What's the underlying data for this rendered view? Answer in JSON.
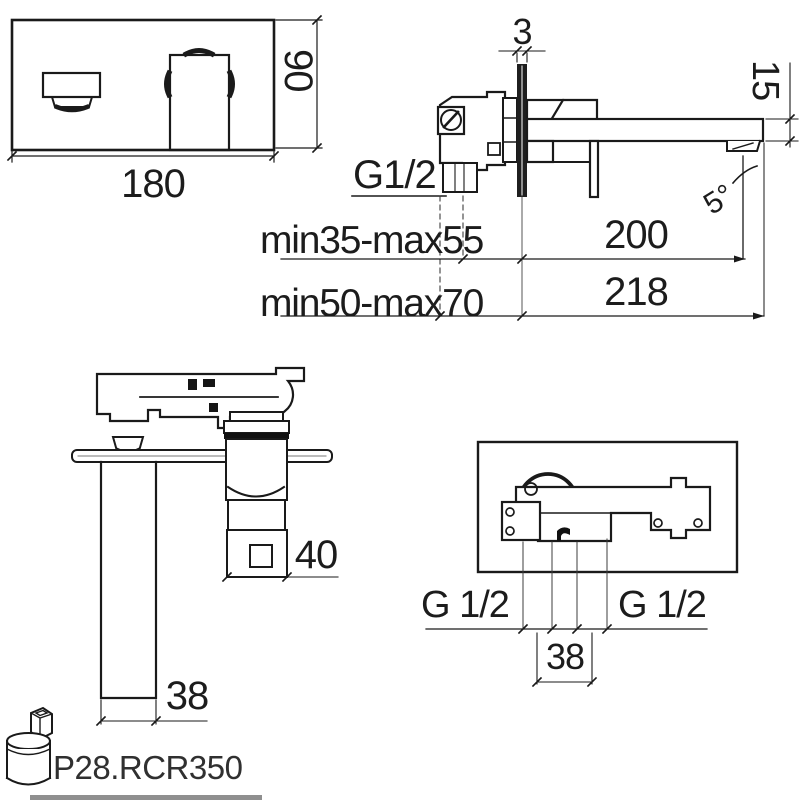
{
  "drawing": {
    "product_code": "P28.RCR350",
    "colors": {
      "line": "#1a1a1a",
      "background": "#ffffff",
      "text": "#1c1c1c"
    },
    "labels": {
      "front": {
        "width": "180",
        "height": "90"
      },
      "side": {
        "plate_thickness": "3",
        "spout_height": "15",
        "spout_angle": "5°",
        "inlet_thread": "G1/2",
        "depth_range_short": "min35-max55",
        "depth_range_long": "min50-max70",
        "reach_outlet": "200",
        "reach_total": "218"
      },
      "top": {
        "spout_width": "38",
        "handle_size": "40"
      },
      "back": {
        "thread_left": "G 1/2",
        "thread_right": "G 1/2",
        "inlet_spacing": "38"
      }
    }
  }
}
